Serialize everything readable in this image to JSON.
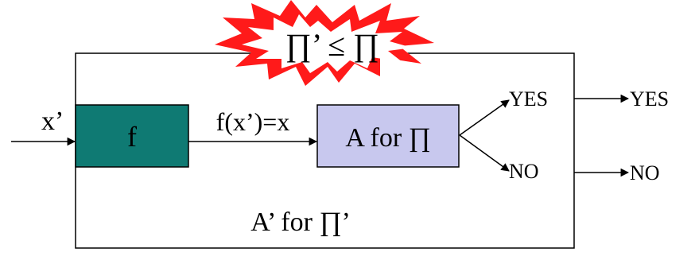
{
  "diagram": {
    "burst_label": "∏’ ≤ ∏",
    "input_label": "x’",
    "f_label": "f",
    "middle_label": "f(x’)=x",
    "a_label": "A for ∏",
    "outer_label": "A’ for ∏’",
    "yes_inner": "YES",
    "yes_outer": "YES",
    "no_inner": "NO",
    "no_outer": "NO"
  },
  "colors": {
    "f_box_fill": "#0f7a73",
    "a_box_fill": "#c8c8ee",
    "burst_fill": "#ff1a1a",
    "burst_center": "#ffffff",
    "line": "#000000"
  }
}
